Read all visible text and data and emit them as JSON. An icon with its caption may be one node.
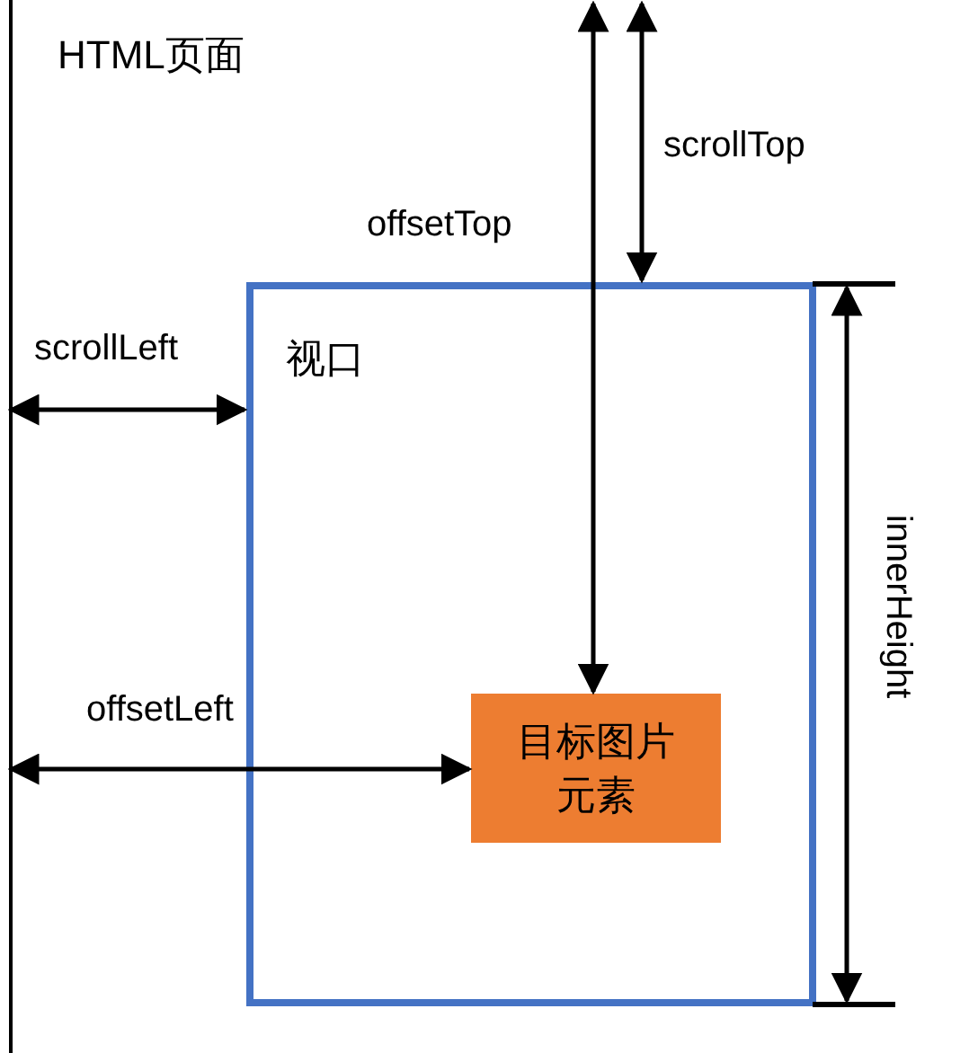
{
  "diagram": {
    "nodes": [
      {
        "text": [
          "HTML页面"
        ]
      },
      {
        "text": [
          "视口"
        ],
        "in": 0
      },
      {
        "text": [
          "目标图片元素"
        ],
        "in": 1
      }
    ],
    "edges": [
      {
        "from": 0,
        "to": 1,
        "arrow": "both",
        "label": "scrollTop"
      },
      {
        "from": 0,
        "to": 2,
        "arrow": "both",
        "label": "offsetTop"
      },
      {
        "from": 0,
        "to": 1,
        "arrow": "both",
        "label": "scrollLeft"
      },
      {
        "from": 0,
        "to": 2,
        "arrow": "both",
        "label": "offsetLeft"
      }
    ],
    "labels": [
      "innerHeight"
    ]
  }
}
